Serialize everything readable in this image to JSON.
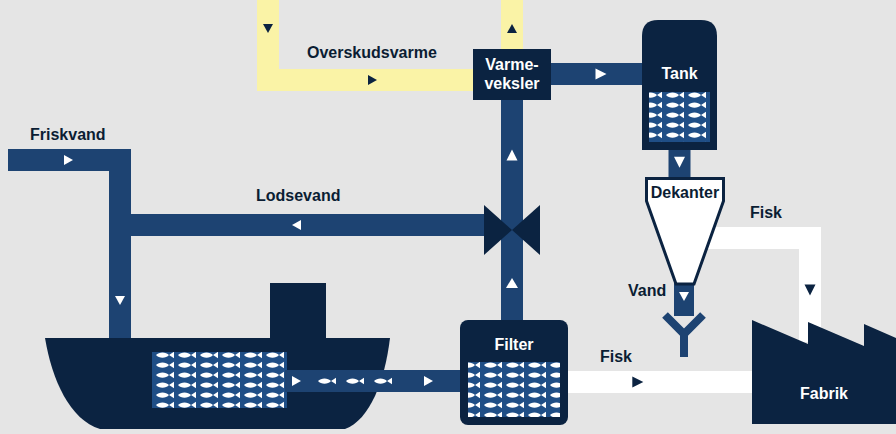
{
  "diagram": {
    "nodes": [
      {
        "text": [
          "Varme- veksler"
        ]
      },
      {
        "text": [
          "Tank"
        ]
      },
      {
        "text": [
          "Dekanter"
        ]
      },
      {
        "text": [
          "Filter"
        ]
      },
      {
        "text": [
          "Fabrik"
        ]
      }
    ],
    "edges": [
      {
        "from": 3,
        "to": 0,
        "arrow": "to"
      },
      {
        "from": 0,
        "to": 1,
        "arrow": "to"
      },
      {
        "from": 1,
        "to": 2,
        "arrow": "to"
      },
      {
        "from": 2,
        "to": 4,
        "arrow": "to",
        "label": "Fisk"
      },
      {
        "from": 3,
        "to": 4,
        "arrow": "to",
        "label": "Fisk"
      }
    ],
    "labels": [
      "Overskudsvarme",
      "Friskvand",
      "Lodsevand",
      "Vand"
    ]
  }
}
